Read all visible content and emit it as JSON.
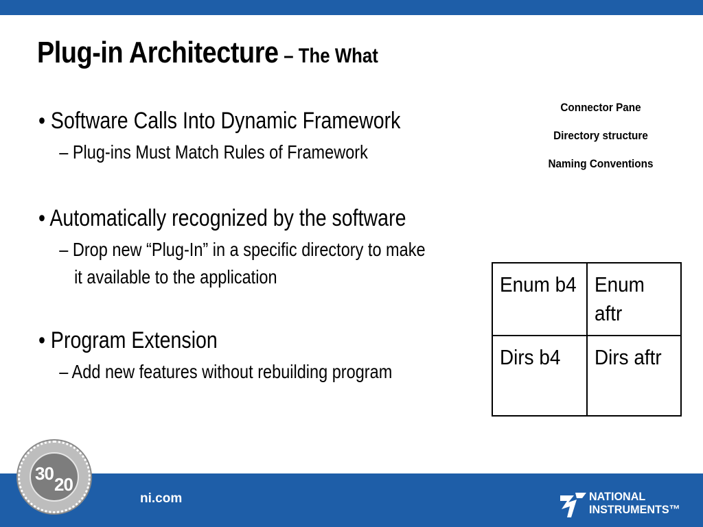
{
  "slide": {
    "title": "Plug-in Architecture",
    "title_sub": "– The What",
    "bullets": [
      {
        "text": "• Software Calls Into Dynamic Framework",
        "subs": [
          "– Plug-ins Must Match Rules of Framework"
        ]
      },
      {
        "text": "• Automatically recognized by the software",
        "subs": [
          "– Drop new “Plug-In” in a specific directory to make it available to the application"
        ]
      },
      {
        "text": "• Program Extension",
        "subs": [
          "–  Add new features without rebuilding program"
        ]
      }
    ],
    "notes": [
      "Connector Pane",
      "Directory structure",
      "Naming Conventions"
    ],
    "table": [
      [
        "Enum b4",
        "Enum aftr"
      ],
      [
        "Dirs b4",
        "Dirs aftr"
      ]
    ]
  },
  "footer": {
    "site": "ni.com",
    "badge_num_left": "30",
    "badge_num_right": "20",
    "brand_line1": "NATIONAL",
    "brand_line2": "INSTRUMENTS™"
  },
  "colors": {
    "brand_blue": "#1e5ea8"
  },
  "icons": {
    "logo": "national-instruments-eagle-icon",
    "badge": "30-20-anniversary-seal-icon"
  }
}
